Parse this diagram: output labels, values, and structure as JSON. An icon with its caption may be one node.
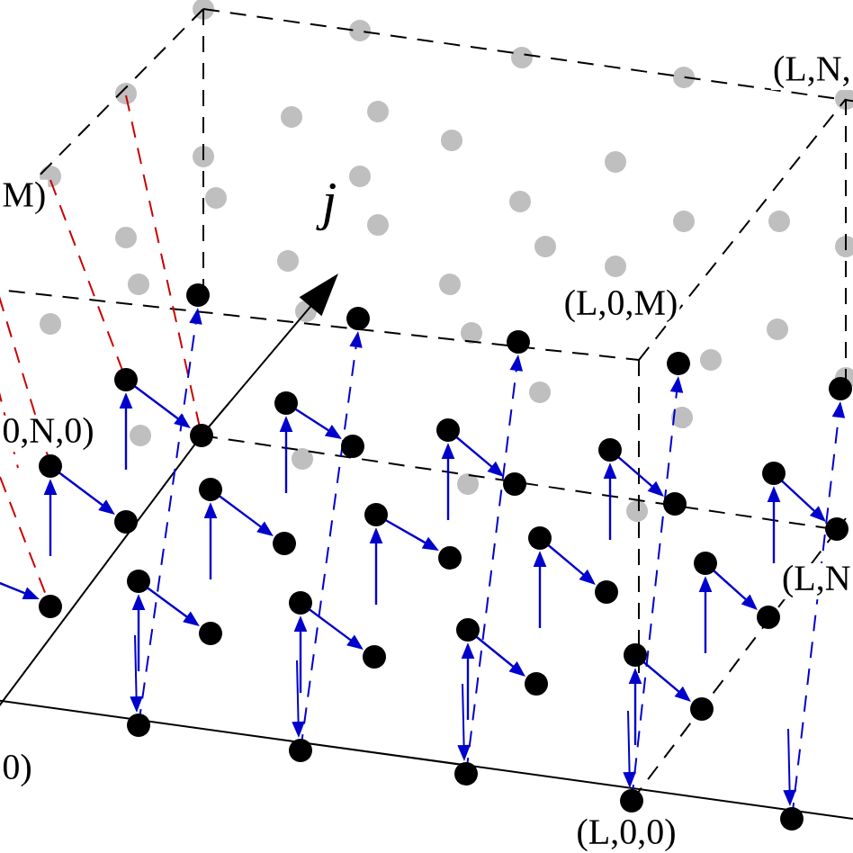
{
  "diagram": {
    "labels": [
      "(L,N,",
      "M)",
      "j",
      "(L,0,M)",
      "0,N,0)",
      "(L,N",
      "0)",
      "(L,0,0)"
    ]
  }
}
